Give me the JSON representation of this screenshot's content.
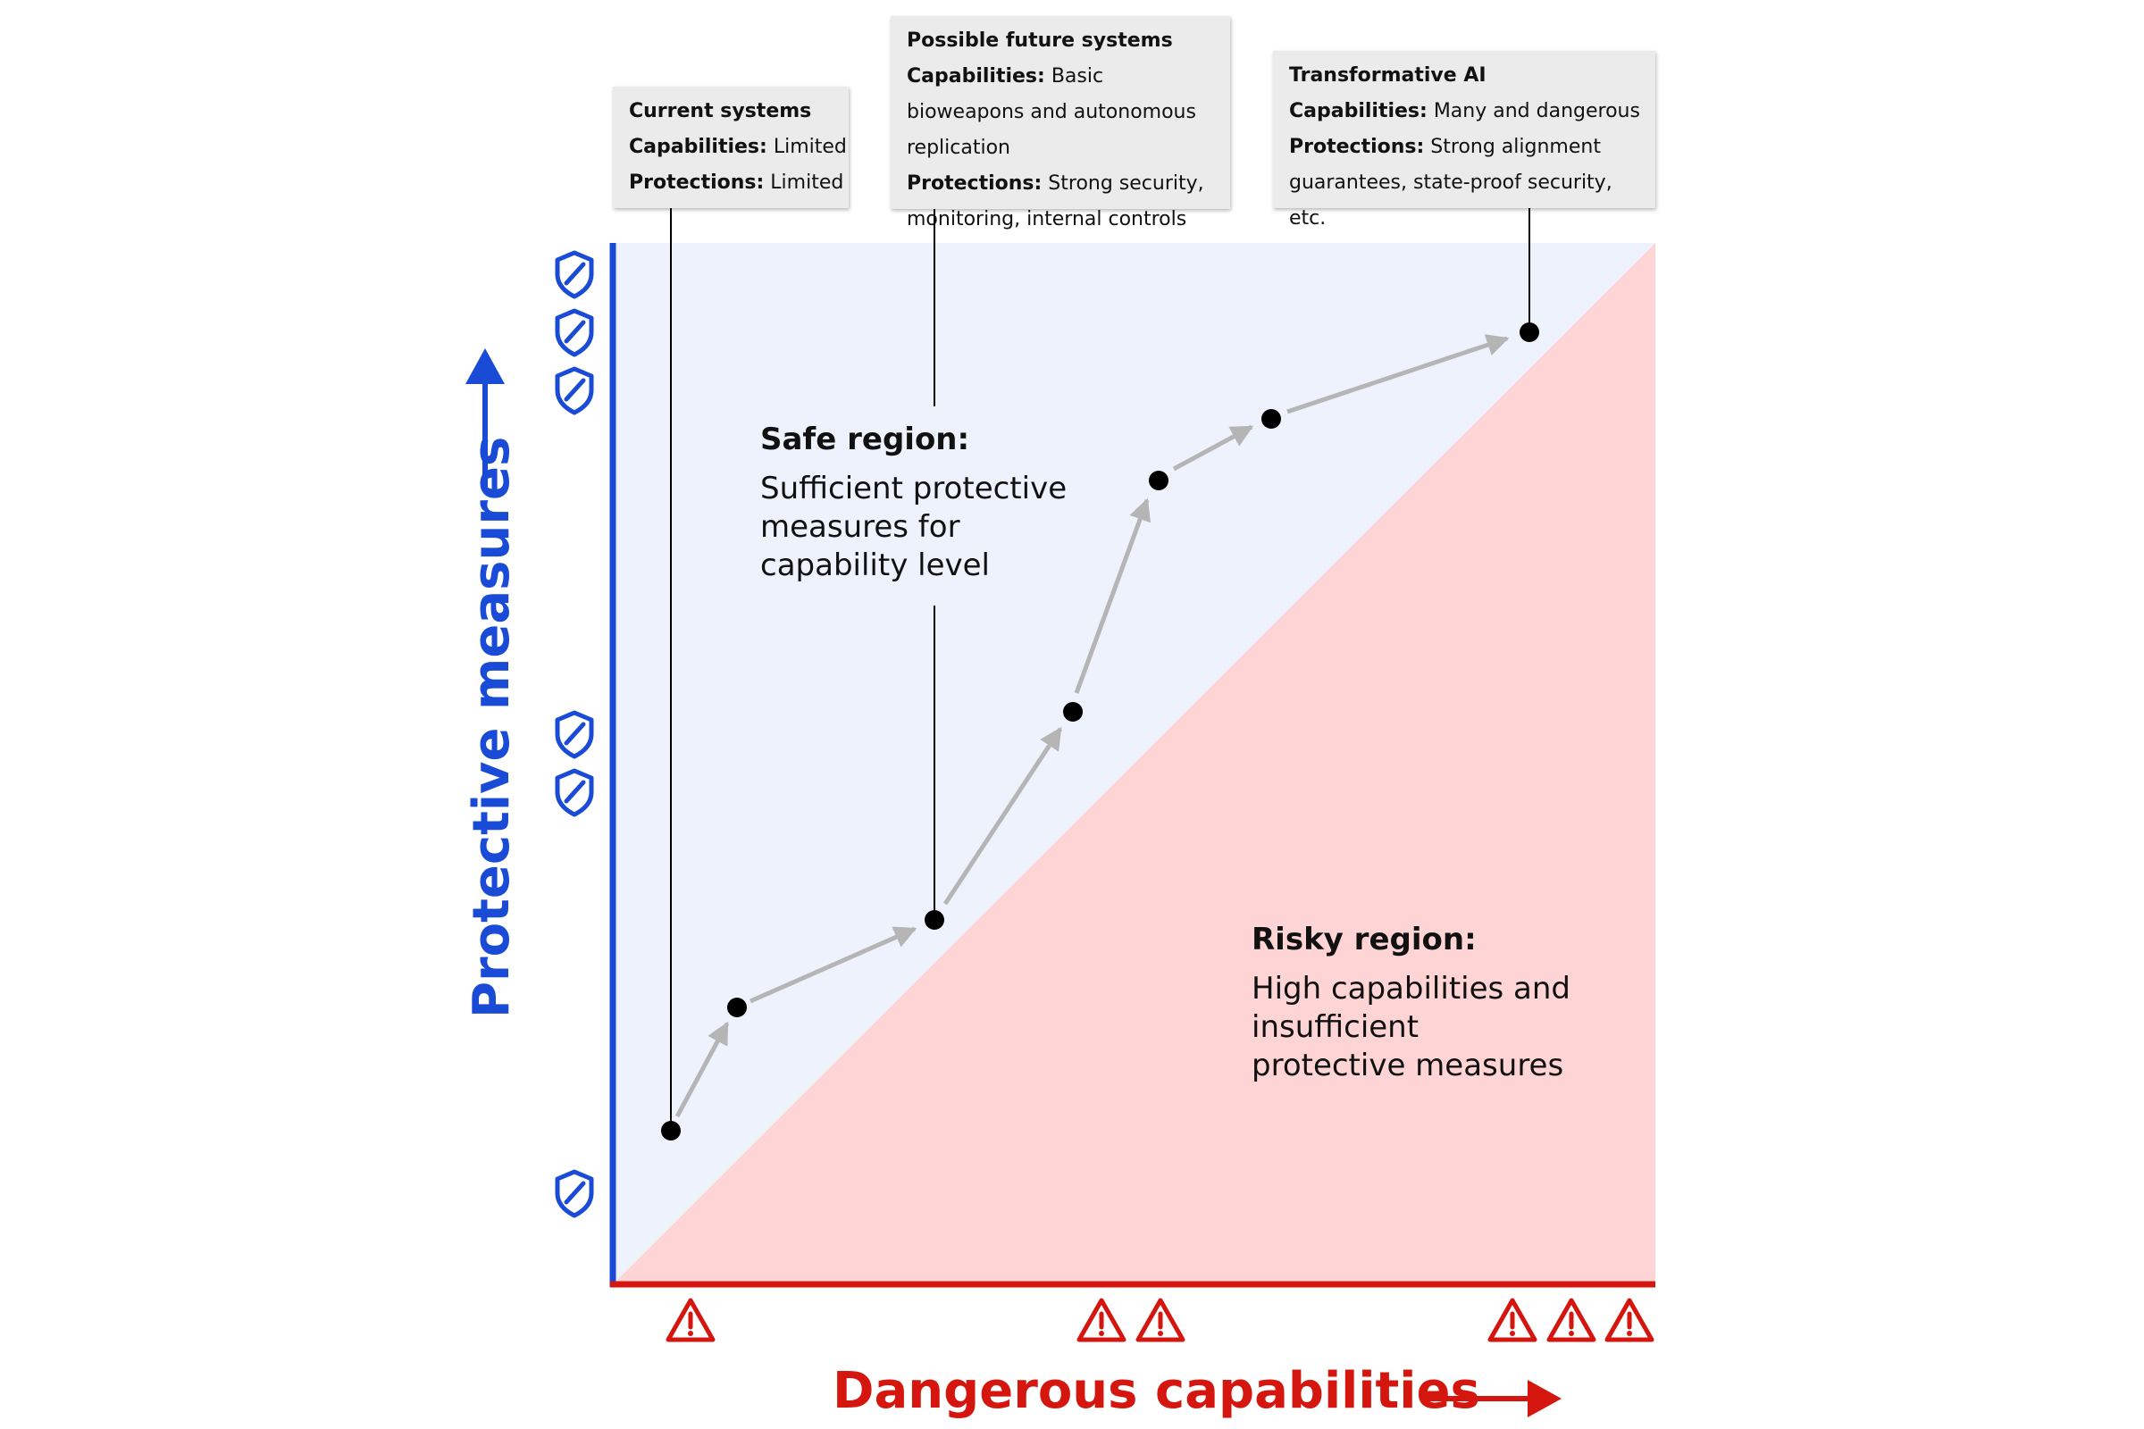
{
  "colors": {
    "safe_fill": "#edf2fd",
    "risky_fill": "#fed5d4",
    "protect_blue": "#1a4bd6",
    "danger_red": "#d4160f",
    "path_gray": "#b5b5b5",
    "callout_bg": "#ebebeb"
  },
  "axes": {
    "x_label": "Dangerous capabilities",
    "y_label": "Protective measures"
  },
  "regions": {
    "safe": {
      "title": "Safe region:",
      "description": "Sufficient protective measures for capability level"
    },
    "risky": {
      "title": "Risky region:",
      "description": "High capabilities and insufficient protective measures"
    }
  },
  "callouts": [
    {
      "title": "Current systems",
      "capabilities_key": "Capabilities:",
      "capabilities": "Limited",
      "protections_key": "Protections:",
      "protections": "Limited"
    },
    {
      "title": "Possible future systems",
      "capabilities_key": "Capabilities:",
      "capabilities": "Basic bioweapons and autonomous replication",
      "protections_key": "Protections:",
      "protections": "Strong security, monitoring, internal controls"
    },
    {
      "title": "Transformative AI",
      "capabilities_key": "Capabilities:",
      "capabilities": "Many and dangerous",
      "protections_key": "Protections:",
      "protections": "Strong alignment guarantees, state-proof security, etc."
    }
  ],
  "icons": {
    "shield": "shield-icon",
    "warning": "warning-triangle-icon",
    "shield_count": 6,
    "warning_count": 6
  }
}
